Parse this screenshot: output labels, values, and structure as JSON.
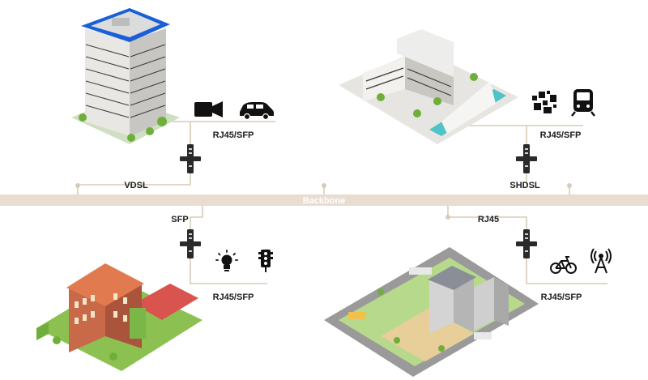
{
  "backbone": {
    "label": "Backbone"
  },
  "sites": {
    "office": {
      "device_link": "RJ45/SFP",
      "uplink": "VDSL",
      "icons": [
        "camera-icon",
        "car-icon"
      ]
    },
    "campus": {
      "device_link": "RJ45/SFP",
      "uplink": "SHDSL",
      "icons": [
        "data-blocks-icon",
        "train-icon"
      ]
    },
    "school": {
      "uplink": "SFP",
      "device_link": "RJ45/SFP",
      "icons": [
        "lightbulb-icon",
        "traffic-light-icon"
      ]
    },
    "city": {
      "uplink": "RJ45",
      "device_link": "RJ45/SFP",
      "icons": [
        "bicycle-icon",
        "antenna-tower-icon"
      ]
    }
  },
  "colors": {
    "background": "#ffffff",
    "backbone": "#e8ddd0",
    "wire": "#d9cbb8",
    "device": "#2a2a2a",
    "icon": "#111111"
  }
}
